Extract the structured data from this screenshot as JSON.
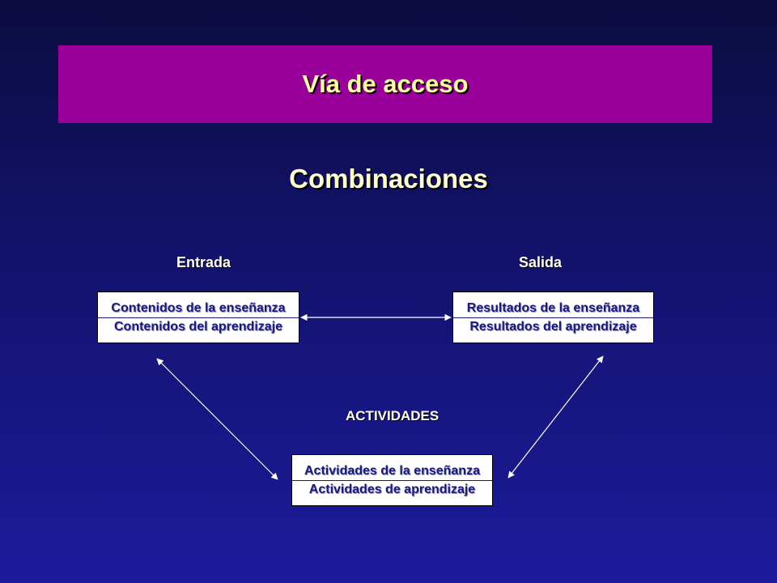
{
  "title": "Vía de acceso",
  "subtitle": "Combinaciones",
  "labels": {
    "entrada": "Entrada",
    "salida": "Salida",
    "actividades": "ACTIVIDADES"
  },
  "boxes": {
    "contenidos": {
      "line1": "Contenidos de la enseñanza",
      "line2": "Contenidos del aprendizaje"
    },
    "resultados": {
      "line1": "Resultados de la enseñanza",
      "line2": "Resultados del aprendizaje"
    },
    "actividades": {
      "line1": "Actividades de la enseñanza",
      "line2": "Actividades de aprendizaje"
    }
  },
  "colors": {
    "background_top": "#0c0c40",
    "background_bottom": "#1b1b9c",
    "title_bar": "#990099",
    "title_text": "#ffff99",
    "box_text": "#1a1a7a"
  }
}
